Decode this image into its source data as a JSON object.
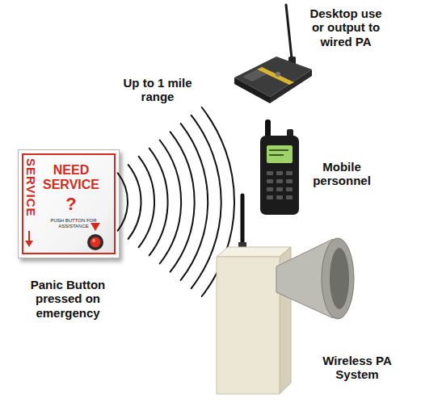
{
  "diagram": {
    "nodes": [
      {
        "text": [
          "NEED SERVICE",
          "?",
          "PUSH BUTTON FOR ASSISTANCE",
          "SERVICE",
          "Panic Button pressed on emergency"
        ]
      },
      {
        "text": [
          "Desktop use or output to wired PA"
        ]
      },
      {
        "text": [
          "Mobile personnel"
        ]
      },
      {
        "text": [
          "Wireless PA System"
        ]
      }
    ],
    "labels": [
      "Up to 1 mile range"
    ]
  }
}
